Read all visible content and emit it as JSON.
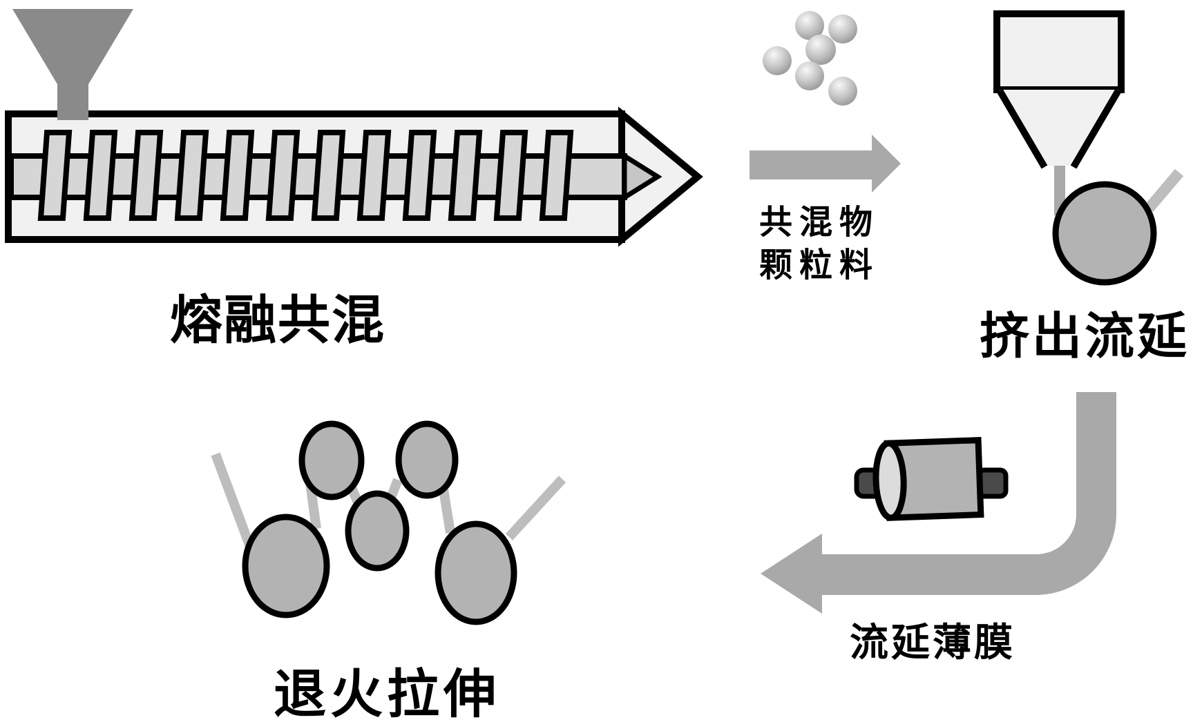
{
  "diagram": {
    "steps": [
      {
        "id": "melt-blending",
        "label": "熔融共混"
      },
      {
        "id": "extrusion-casting",
        "label": "挤出流延"
      },
      {
        "id": "annealing-stretching",
        "label": "退火拉伸"
      }
    ],
    "flows": [
      {
        "id": "pellets",
        "label_line1": "共混物",
        "label_line2": "颗粒料"
      },
      {
        "id": "cast-film",
        "label": "流延薄膜"
      }
    ]
  },
  "icons": {
    "feed_hopper": "funnel-icon",
    "extruder": "screw-extruder-icon",
    "pellets": "spheres-cluster-icon",
    "flow_arrow_right": "arrow-right-icon",
    "casting_hopper": "hopper-icon",
    "casting_roll": "roll-circle-icon",
    "film_roller": "roller-icon",
    "flow_arrow_elbow": "elbow-arrow-left-icon",
    "spherulites": "spherulite-fibrils-icon"
  },
  "colors": {
    "ink": "#000000",
    "machine_fill": "#f1f1f1",
    "screw_fill": "#d6d6d6",
    "screwhead_fill": "#c6c6c6",
    "hopper_gray": "#8a8a8a",
    "arrow_gray": "#a9a9a9",
    "blob_gray": "#b3b3b3",
    "strip_gray": "#bdbdbd",
    "axle_dark": "#4a4a4a",
    "roller_cap": "#dcdcdc"
  }
}
